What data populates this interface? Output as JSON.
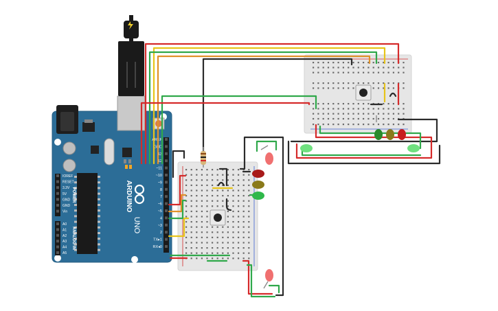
{
  "arduino": {
    "brand": "ARDUINO",
    "model": "UNO",
    "power_header_title": "POWER",
    "power_pins": [
      "IOREF",
      "RESET",
      "3.3V",
      "5V",
      "GND",
      "GND",
      "Vin"
    ],
    "analog_header_title": "ANALOG IN",
    "analog_pins": [
      "A0",
      "A1",
      "A2",
      "A3",
      "A4",
      "A5"
    ],
    "digital_pins": [
      "AREF",
      "GND",
      "13",
      "12",
      "~11",
      "~10",
      "~9",
      "8",
      "7",
      "~6",
      "~5",
      "4",
      "~3",
      "2",
      "TX▸1",
      "RX◂0"
    ],
    "usb_icon": "lightning-icon"
  },
  "breadboard_colors": {
    "board": "#e6e6e6",
    "hole": "#6a6a6a",
    "rail_red": "#d42a2a",
    "rail_blue": "#3a5ed0"
  },
  "wire_colors": {
    "red": "#d52a2a",
    "green": "#2fa84a",
    "yellow": "#e7c41a",
    "orange": "#e0912a",
    "black": "#2b2b2b"
  },
  "led_colors": {
    "red": "#c81e1e",
    "yellow": "#8a7a1a",
    "green": "#2fb84a",
    "pale_red": "#f07070",
    "pale_green": "#6fe07f"
  }
}
